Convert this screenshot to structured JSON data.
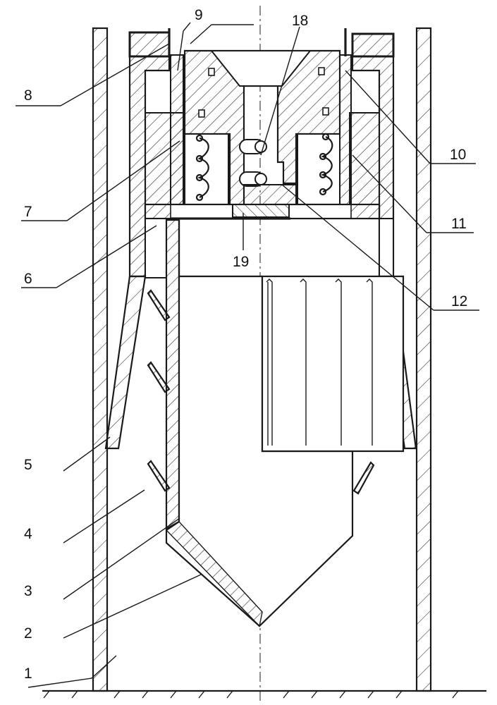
{
  "figure": {
    "labels": [
      {
        "id": "label-1",
        "text": "1"
      },
      {
        "id": "label-2",
        "text": "2"
      },
      {
        "id": "label-3",
        "text": "3"
      },
      {
        "id": "label-4",
        "text": "4"
      },
      {
        "id": "label-5",
        "text": "5"
      },
      {
        "id": "label-6",
        "text": "6"
      },
      {
        "id": "label-7",
        "text": "7"
      },
      {
        "id": "label-8",
        "text": "8"
      },
      {
        "id": "label-9",
        "text": "9"
      },
      {
        "id": "label-10",
        "text": "10"
      },
      {
        "id": "label-11",
        "text": "11"
      },
      {
        "id": "label-12",
        "text": "12"
      },
      {
        "id": "label-18",
        "text": "18"
      },
      {
        "id": "label-19",
        "text": "19"
      }
    ]
  },
  "colors": {
    "line": "#1a1a1a",
    "hatch": "#3a3a3a",
    "background": "#ffffff"
  }
}
